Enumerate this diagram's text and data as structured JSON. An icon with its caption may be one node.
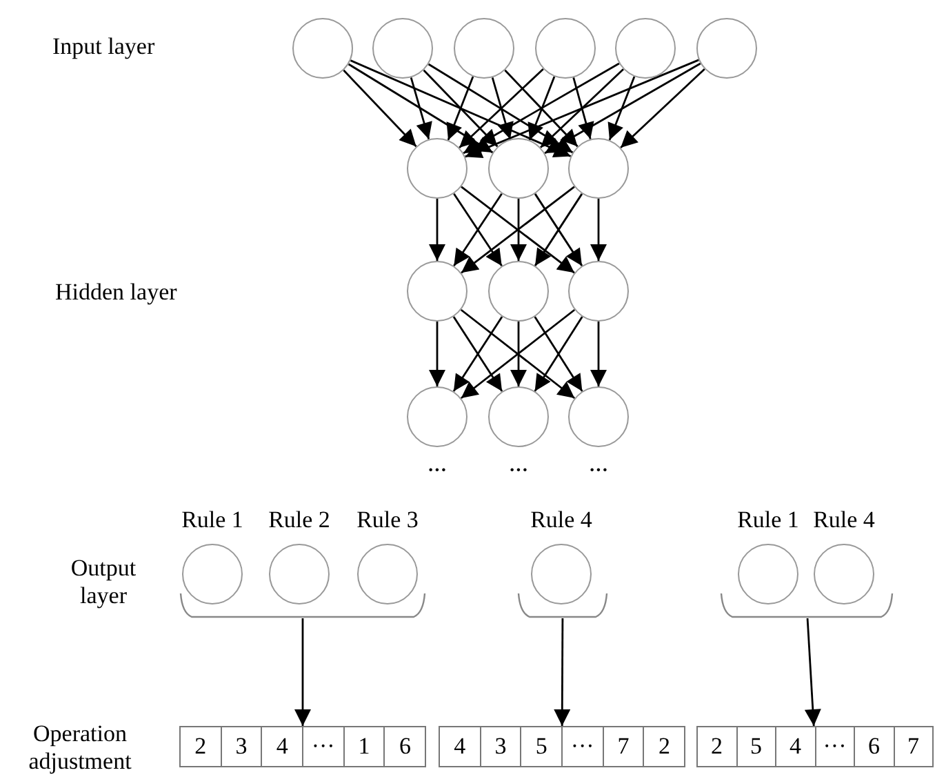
{
  "diagram": {
    "nodes": [
      {
        "text": [],
        "shape": "circle"
      },
      {
        "text": [],
        "shape": "circle"
      },
      {
        "text": [],
        "shape": "circle"
      },
      {
        "text": [],
        "shape": "circle"
      },
      {
        "text": [],
        "shape": "circle"
      },
      {
        "text": [],
        "shape": "circle"
      },
      {
        "text": [],
        "shape": "circle"
      },
      {
        "text": [],
        "shape": "circle"
      },
      {
        "text": [],
        "shape": "circle"
      },
      {
        "text": [],
        "shape": "circle"
      },
      {
        "text": [],
        "shape": "circle"
      },
      {
        "text": [],
        "shape": "circle"
      },
      {
        "text": [],
        "shape": "circle"
      },
      {
        "text": [],
        "shape": "circle"
      },
      {
        "text": [],
        "shape": "circle"
      },
      {
        "text": [
          "Rule 1"
        ]
      },
      {
        "text": [
          "Rule 2"
        ]
      },
      {
        "text": [
          "Rule 3"
        ]
      },
      {
        "text": [
          "Rule 4"
        ]
      },
      {
        "text": [
          "Rule 1"
        ]
      },
      {
        "text": [
          "Rule 4"
        ]
      },
      {
        "text": [],
        "shape": "bracket"
      },
      {
        "text": [],
        "shape": "bracket"
      },
      {
        "text": [],
        "shape": "bracket"
      },
      {
        "text": [],
        "shape": "box"
      },
      {
        "text": [
          "2"
        ],
        "in": 24
      },
      {
        "text": [
          "3"
        ],
        "in": 24
      },
      {
        "text": [
          "4"
        ],
        "in": 24
      },
      {
        "text": [
          "···"
        ],
        "in": 24
      },
      {
        "text": [
          "1"
        ],
        "in": 24
      },
      {
        "text": [
          "6"
        ],
        "in": 24
      },
      {
        "text": [],
        "shape": "box"
      },
      {
        "text": [
          "4"
        ],
        "in": 31
      },
      {
        "text": [
          "3"
        ],
        "in": 31
      },
      {
        "text": [
          "5"
        ],
        "in": 31
      },
      {
        "text": [
          "···"
        ],
        "in": 31
      },
      {
        "text": [
          "7"
        ],
        "in": 31
      },
      {
        "text": [
          "2"
        ],
        "in": 31
      },
      {
        "text": [],
        "shape": "box"
      },
      {
        "text": [
          "2"
        ],
        "in": 38
      },
      {
        "text": [
          "5"
        ],
        "in": 38
      },
      {
        "text": [
          "4"
        ],
        "in": 38
      },
      {
        "text": [
          "···"
        ],
        "in": 38
      },
      {
        "text": [
          "6"
        ],
        "in": 38
      },
      {
        "text": [
          "7"
        ],
        "in": 38
      }
    ],
    "edges": [
      {
        "from": 0,
        "to": 6,
        "arrow": "to"
      },
      {
        "from": 0,
        "to": 7,
        "arrow": "to"
      },
      {
        "from": 0,
        "to": 8,
        "arrow": "to"
      },
      {
        "from": 1,
        "to": 6,
        "arrow": "to"
      },
      {
        "from": 1,
        "to": 7,
        "arrow": "to"
      },
      {
        "from": 1,
        "to": 8,
        "arrow": "to"
      },
      {
        "from": 2,
        "to": 6,
        "arrow": "to"
      },
      {
        "from": 2,
        "to": 7,
        "arrow": "to"
      },
      {
        "from": 2,
        "to": 8,
        "arrow": "to"
      },
      {
        "from": 3,
        "to": 6,
        "arrow": "to"
      },
      {
        "from": 3,
        "to": 7,
        "arrow": "to"
      },
      {
        "from": 3,
        "to": 8,
        "arrow": "to"
      },
      {
        "from": 4,
        "to": 6,
        "arrow": "to"
      },
      {
        "from": 4,
        "to": 7,
        "arrow": "to"
      },
      {
        "from": 4,
        "to": 8,
        "arrow": "to"
      },
      {
        "from": 5,
        "to": 6,
        "arrow": "to"
      },
      {
        "from": 5,
        "to": 7,
        "arrow": "to"
      },
      {
        "from": 5,
        "to": 8,
        "arrow": "to"
      },
      {
        "from": 6,
        "to": 9,
        "arrow": "to"
      },
      {
        "from": 6,
        "to": 10,
        "arrow": "to"
      },
      {
        "from": 6,
        "to": 11,
        "arrow": "to"
      },
      {
        "from": 7,
        "to": 9,
        "arrow": "to"
      },
      {
        "from": 7,
        "to": 10,
        "arrow": "to"
      },
      {
        "from": 7,
        "to": 11,
        "arrow": "to"
      },
      {
        "from": 8,
        "to": 9,
        "arrow": "to"
      },
      {
        "from": 8,
        "to": 10,
        "arrow": "to"
      },
      {
        "from": 8,
        "to": 11,
        "arrow": "to"
      },
      {
        "from": 9,
        "to": 12,
        "arrow": "to"
      },
      {
        "from": 9,
        "to": 13,
        "arrow": "to"
      },
      {
        "from": 9,
        "to": 14,
        "arrow": "to"
      },
      {
        "from": 10,
        "to": 12,
        "arrow": "to"
      },
      {
        "from": 10,
        "to": 13,
        "arrow": "to"
      },
      {
        "from": 10,
        "to": 14,
        "arrow": "to"
      },
      {
        "from": 11,
        "to": 12,
        "arrow": "to"
      },
      {
        "from": 11,
        "to": 13,
        "arrow": "to"
      },
      {
        "from": 11,
        "to": 14,
        "arrow": "to"
      },
      {
        "from": 21,
        "to": 24,
        "arrow": "to"
      },
      {
        "from": 22,
        "to": 31,
        "arrow": "to"
      },
      {
        "from": 23,
        "to": 38,
        "arrow": "to"
      }
    ],
    "labels": [
      "Input layer",
      "Hidden layer",
      "···",
      "···",
      "···",
      "Output layer",
      "Operation adjustment"
    ]
  }
}
